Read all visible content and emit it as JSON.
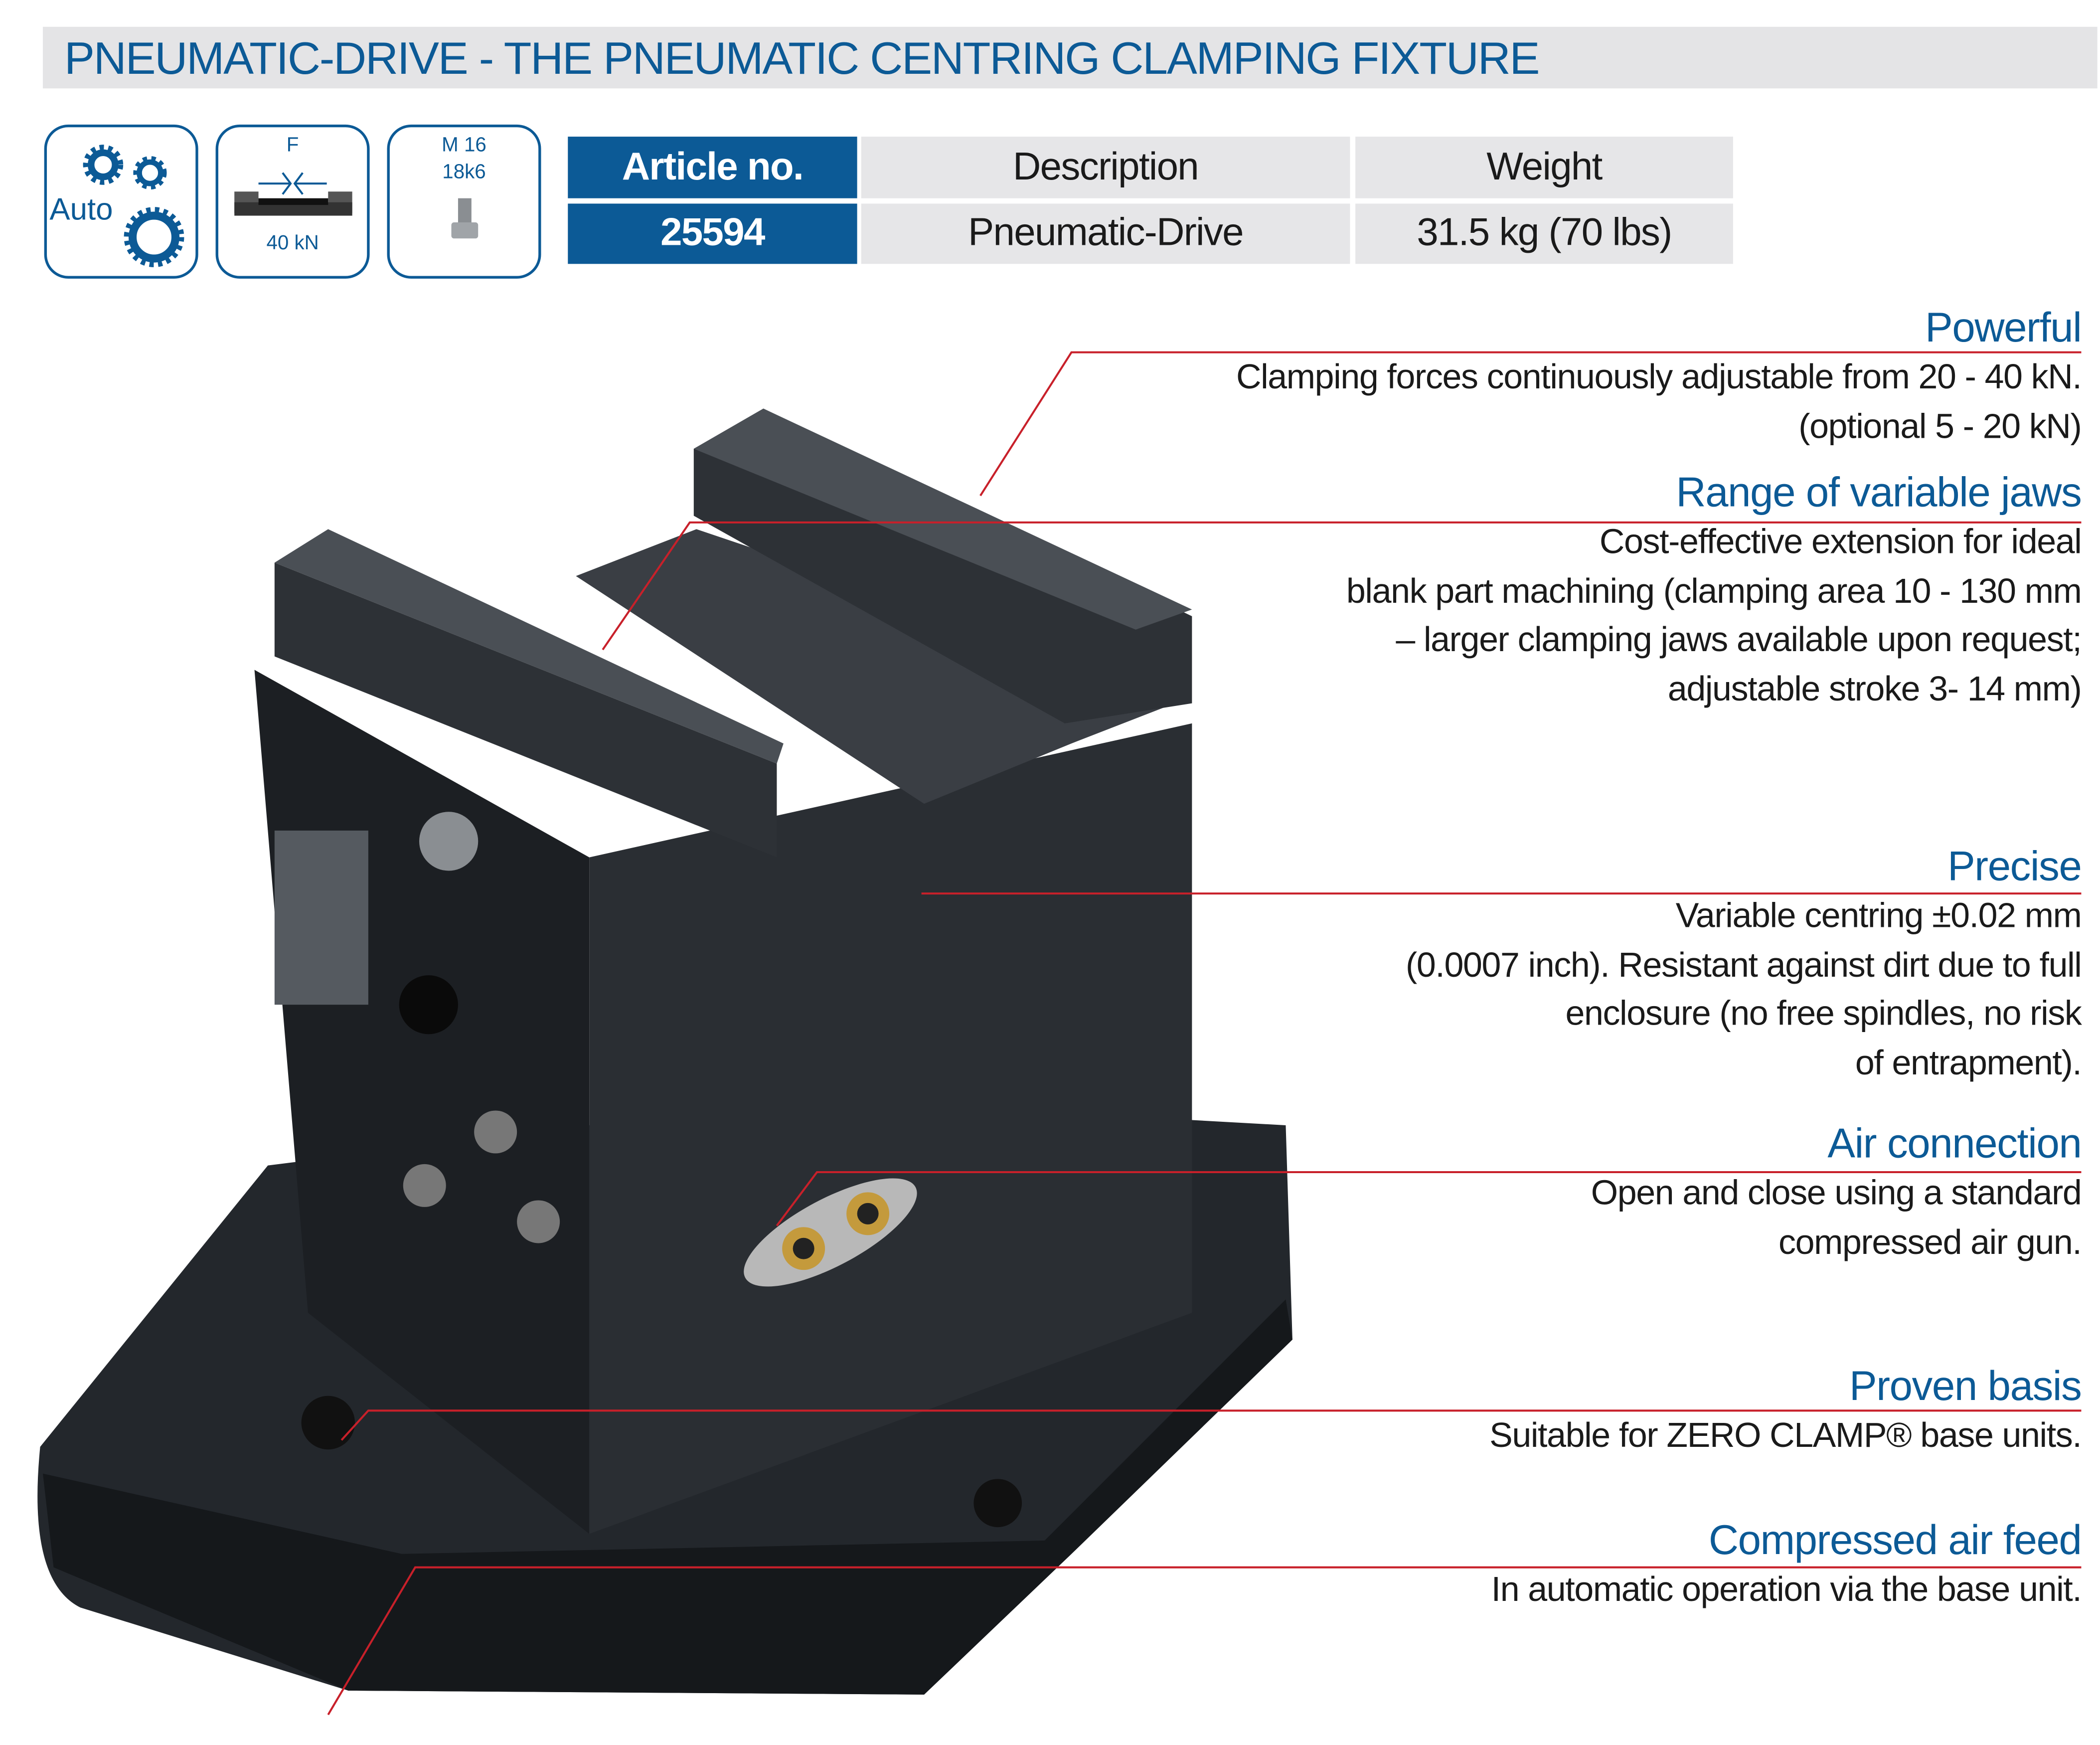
{
  "title": "PNEUMATIC-DRIVE - THE PNEUMATIC CENTRING CLAMPING FIXTURE",
  "icons": [
    {
      "name": "auto-gears-icon",
      "label": "Auto"
    },
    {
      "name": "clamping-force-icon",
      "top": "F",
      "bottom": "40 kN"
    },
    {
      "name": "clamping-pin-icon",
      "line1": "M 16",
      "line2": "18k6"
    }
  ],
  "table": {
    "headers": [
      "Article no.",
      "Description",
      "Weight"
    ],
    "row": [
      "25594",
      "Pneumatic-Drive",
      "31.5 kg (70 lbs)"
    ]
  },
  "features": [
    {
      "heading": "Powerful",
      "lines": [
        "Clamping forces continuously adjustable from 20 - 40 kN.",
        "(optional 5 - 20 kN)"
      ]
    },
    {
      "heading": "Range of variable jaws",
      "lines": [
        "Cost-effective extension for ideal",
        "blank part machining (clamping area 10 - 130 mm",
        "– larger clamping jaws available upon request;",
        "adjustable stroke 3- 14 mm)"
      ]
    },
    {
      "heading": "Precise",
      "lines": [
        "Variable centring ±0.02 mm",
        "(0.0007 inch). Resistant against dirt due to full",
        "enclosure (no free  spindles, no risk",
        "of entrapment)."
      ]
    },
    {
      "heading": "Air connection",
      "lines": [
        "Open and close using a standard",
        "compressed air gun."
      ]
    },
    {
      "heading": "Proven basis",
      "lines": [
        "Suitable for ZERO CLAMP® base units."
      ]
    },
    {
      "heading": "Compressed air feed",
      "lines": [
        "In automatic operation via the base unit."
      ]
    }
  ],
  "colors": {
    "brand": "#0c5a96",
    "callout": "#c8202a",
    "cell_bg": "#e6e6e8"
  }
}
